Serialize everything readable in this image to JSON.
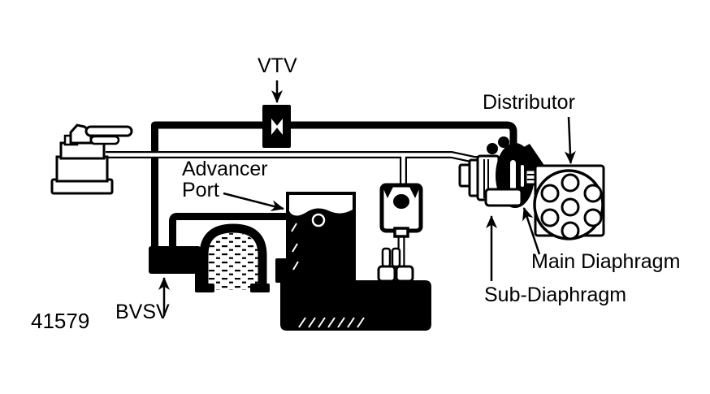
{
  "figure": {
    "number": "41579",
    "ink_color": "#000000",
    "paper_color": "#ffffff"
  },
  "callouts": {
    "vtv": {
      "label": "VTV"
    },
    "distributor": {
      "label": "Distributor"
    },
    "advancer_port": {
      "line1": "Advancer",
      "line2": "Port"
    },
    "main_diaphragm": {
      "label": "Main Diaphragm"
    },
    "sub_diaphragm": {
      "label": "Sub-Diaphragm"
    },
    "bvsv": {
      "label": "BVSV"
    }
  }
}
